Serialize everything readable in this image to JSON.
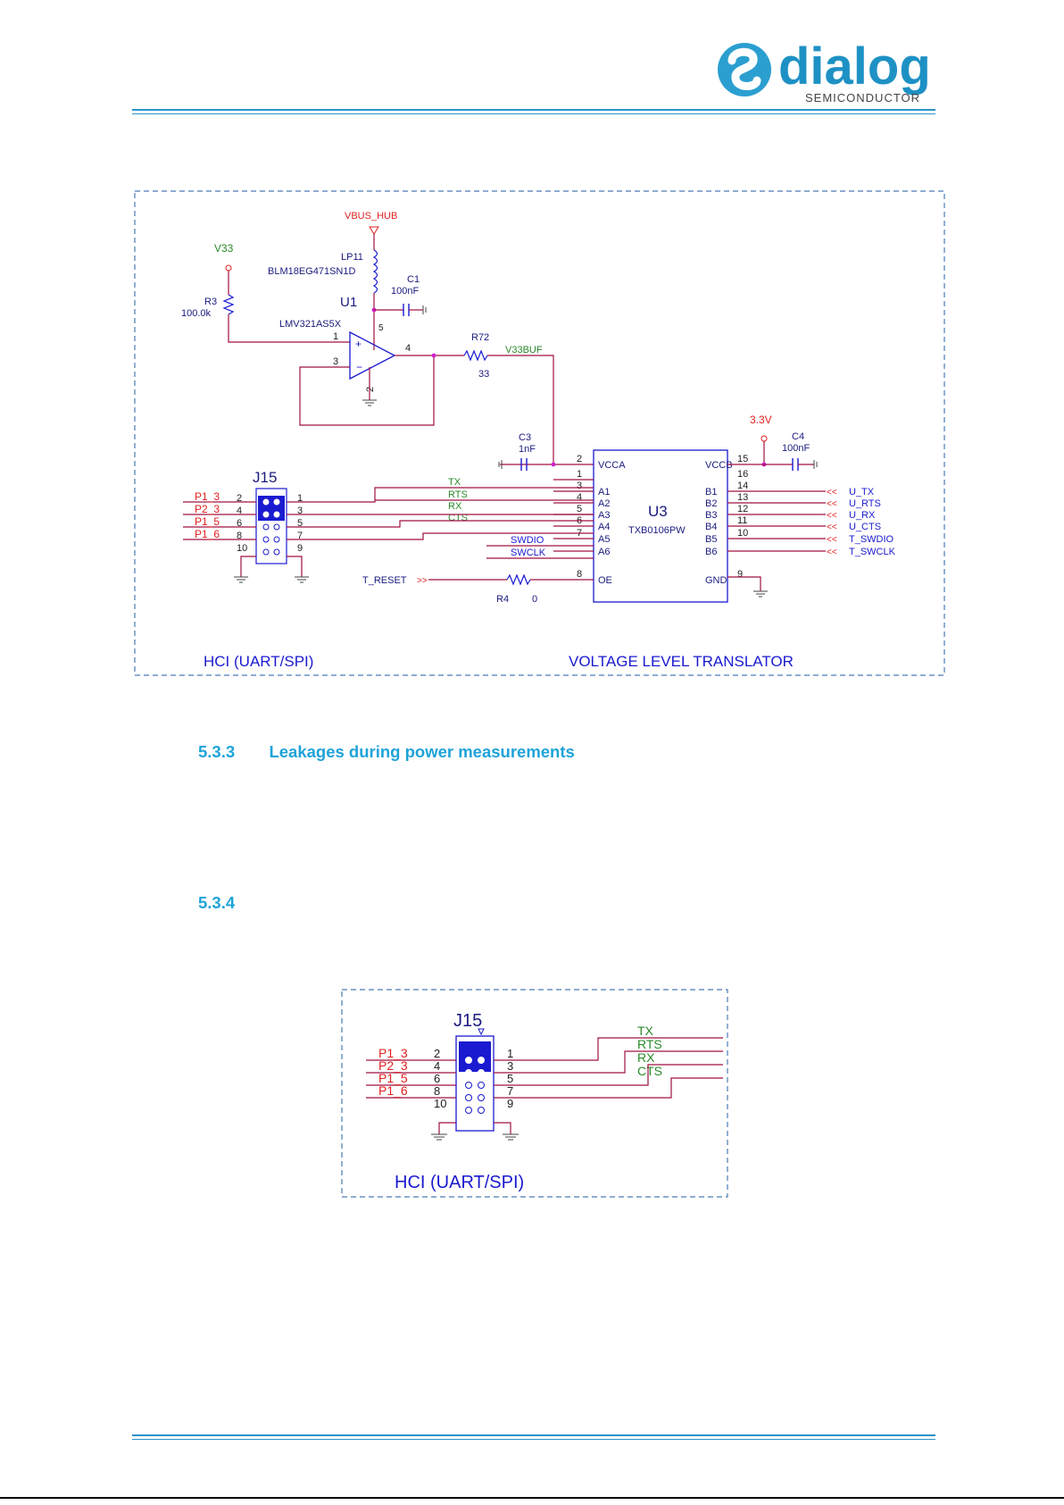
{
  "logo": {
    "brand": "dialog",
    "sub": "SEMICONDUCTOR"
  },
  "colors": {
    "accent": "#2a93c9",
    "heading": "#1fa3d9",
    "wire": "#a01040",
    "net_red": "#e02020",
    "net_green": "#2a8a2a",
    "label_blue": "#1a1ad0",
    "junction": "#d020d0"
  },
  "fig1": {
    "nets": {
      "vbus_hub": "VBUS_HUB",
      "v33": "V33",
      "v33buf": "V33BUF",
      "v3_3": "3.3V",
      "t_reset": "T_RESET"
    },
    "parts": {
      "lp11": "LP11",
      "lp11_part": "BLM18EG471SN1D",
      "c1": "C1",
      "c1_val": "100nF",
      "r3": "R3",
      "r3_val": "100.0k",
      "u1": "U1",
      "u1_part": "LMV321AS5X",
      "r72": "R72",
      "r72_val": "33",
      "c3": "C3",
      "c3_val": "1nF",
      "c4": "C4",
      "c4_val": "100nF",
      "r4": "R4",
      "r4_val": "0",
      "j15": "J15",
      "u3": "U3",
      "u3_part": "TXB0106PW"
    },
    "u1_pins": [
      "1",
      "3",
      "4",
      "2",
      "5"
    ],
    "j15_left_pins": [
      "2",
      "4",
      "6",
      "8",
      "10"
    ],
    "j15_right_pins": [
      "1",
      "3",
      "5",
      "7",
      "9"
    ],
    "j15_nets": [
      "P1_3",
      "P2_3",
      "P1_5",
      "P1_6"
    ],
    "hci_signals": [
      "TX",
      "RTS",
      "RX",
      "CTS"
    ],
    "swd_signals": [
      "SWDIO",
      "SWCLK"
    ],
    "u3_left": [
      {
        "num": "2",
        "name": "VCCA"
      },
      {
        "num": "1",
        "name": ""
      },
      {
        "num": "3",
        "name": "A1"
      },
      {
        "num": "4",
        "name": "A2"
      },
      {
        "num": "5",
        "name": "A3"
      },
      {
        "num": "6",
        "name": "A4"
      },
      {
        "num": "7",
        "name": "A5"
      },
      {
        "num": "",
        "name": "A6"
      },
      {
        "num": "8",
        "name": "OE"
      }
    ],
    "u3_right": [
      {
        "num": "15",
        "name": "VCCB"
      },
      {
        "num": "16",
        "name": ""
      },
      {
        "num": "14",
        "name": "B1"
      },
      {
        "num": "13",
        "name": "B2"
      },
      {
        "num": "12",
        "name": "B3"
      },
      {
        "num": "11",
        "name": "B4"
      },
      {
        "num": "10",
        "name": "B5"
      },
      {
        "num": "",
        "name": "B6"
      },
      {
        "num": "9",
        "name": "GND"
      }
    ],
    "out_nets": [
      "U_TX",
      "U_RTS",
      "U_RX",
      "U_CTS",
      "T_SWDIO",
      "T_SWCLK"
    ],
    "section_hci": "HCI (UART/SPI)",
    "section_vlt": "VOLTAGE LEVEL TRANSLATOR"
  },
  "heading_533": {
    "num": "5.3.3",
    "title": "Leakages during power measurements"
  },
  "heading_534": {
    "num": "5.3.4",
    "title": ""
  },
  "fig2": {
    "j15": "J15",
    "left_pins": [
      "2",
      "4",
      "6",
      "8",
      "10"
    ],
    "right_pins": [
      "1",
      "3",
      "5",
      "7",
      "9"
    ],
    "nets": [
      "P1_3",
      "P2_3",
      "P1_5",
      "P1_6"
    ],
    "signals": [
      "TX",
      "RTS",
      "RX",
      "CTS"
    ],
    "section": "HCI (UART/SPI)"
  }
}
